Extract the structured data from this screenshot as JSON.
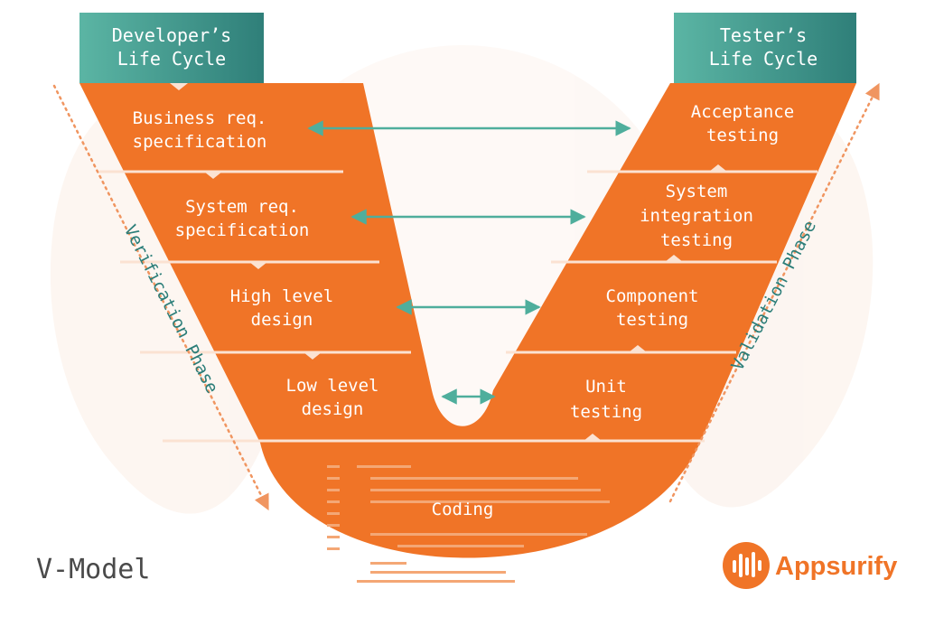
{
  "headers": {
    "developer": [
      "Developer’s",
      "Life Cycle"
    ],
    "tester": [
      "Tester’s",
      "Life Cycle"
    ]
  },
  "left_steps": [
    [
      "Business req.",
      "specification"
    ],
    [
      "System req.",
      "specification"
    ],
    [
      "High level",
      "design"
    ],
    [
      "Low level",
      "design"
    ]
  ],
  "right_steps": [
    [
      "Acceptance",
      "testing"
    ],
    [
      "System",
      "integration",
      "testing"
    ],
    [
      "Component",
      "testing"
    ],
    [
      "Unit",
      "testing"
    ]
  ],
  "bottom_step": "Coding",
  "phases": {
    "left": "Verification Phase",
    "right": "Validation Phase"
  },
  "title": "V-Model",
  "brand": "Appsurify",
  "colors": {
    "orange": "#f07427",
    "teal_light": "#5bb5a4",
    "teal_dark": "#2f7f79",
    "arrow": "#4fae9c",
    "dotted": "#f09560",
    "bg_shape": "#fbeee6"
  }
}
